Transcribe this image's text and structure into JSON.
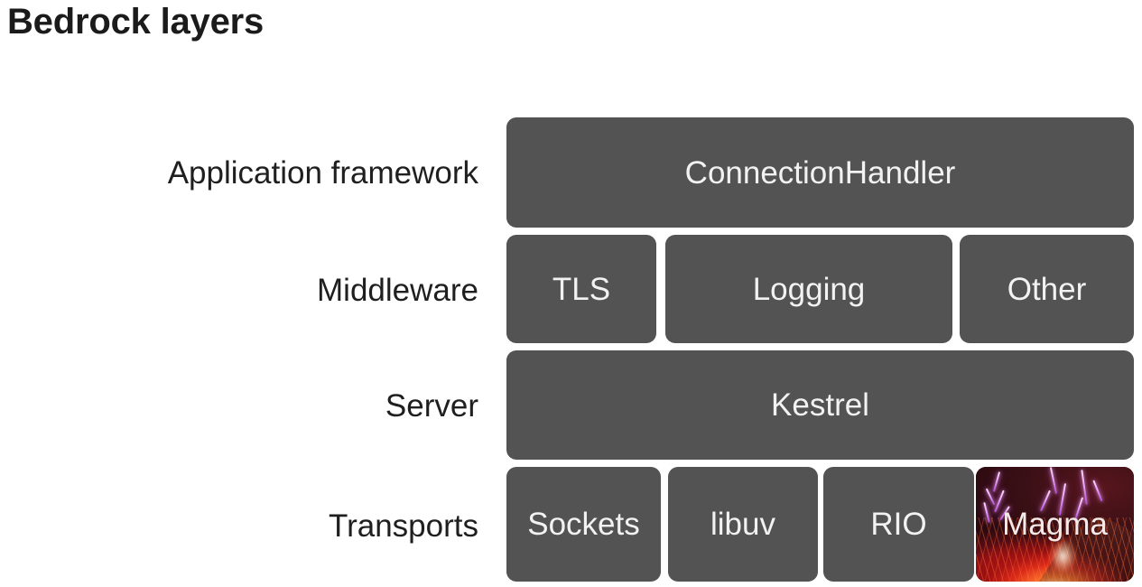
{
  "slide": {
    "title": "Bedrock layers",
    "background_color": "#ffffff",
    "box_color": "#535353",
    "box_text_color": "#f2f2f2",
    "label_text_color": "#1f1f1f"
  },
  "diagram": {
    "type": "layered-stack",
    "rows": [
      {
        "label": "Application framework",
        "boxes": [
          {
            "label": "ConnectionHandler",
            "style": "solid"
          }
        ]
      },
      {
        "label": "Middleware",
        "boxes": [
          {
            "label": "TLS",
            "style": "solid"
          },
          {
            "label": "Logging",
            "style": "solid"
          },
          {
            "label": "Other",
            "style": "solid"
          }
        ]
      },
      {
        "label": "Server",
        "boxes": [
          {
            "label": "Kestrel",
            "style": "solid"
          }
        ]
      },
      {
        "label": "Transports",
        "boxes": [
          {
            "label": "Sockets",
            "style": "solid"
          },
          {
            "label": "libuv",
            "style": "solid"
          },
          {
            "label": "RIO",
            "style": "solid"
          },
          {
            "label": "Magma",
            "style": "photo",
            "photo": "volcanic-eruption-with-lightning"
          }
        ]
      }
    ]
  }
}
